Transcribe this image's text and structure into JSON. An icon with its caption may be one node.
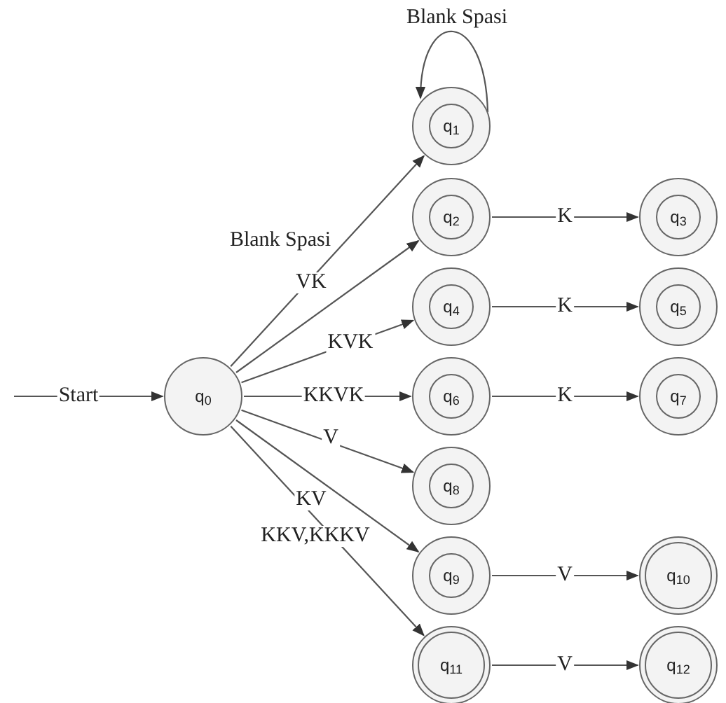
{
  "diagram": {
    "nodes": [
      {
        "text": [
          "q$_{0}$"
        ]
      },
      {
        "text": [
          "q$_{1}$"
        ]
      },
      {
        "text": [
          "q$_{2}$"
        ]
      },
      {
        "text": [
          "q$_{3}$"
        ]
      },
      {
        "text": [
          "q$_{4}$"
        ]
      },
      {
        "text": [
          "q$_{5}$"
        ]
      },
      {
        "text": [
          "q$_{6}$"
        ]
      },
      {
        "text": [
          "q$_{7}$"
        ]
      },
      {
        "text": [
          "q$_{8}$"
        ]
      },
      {
        "text": [
          "q$_{9}$"
        ]
      },
      {
        "text": [
          "q$_{10}$"
        ]
      },
      {
        "text": [
          "q$_{11}$"
        ]
      },
      {
        "text": [
          "q$_{12}$"
        ]
      }
    ],
    "edges": [
      {
        "from": null,
        "to": 0,
        "arrow": "to",
        "label": "Start"
      },
      {
        "from": 0,
        "to": 1,
        "arrow": "to",
        "label": "Blank Spasi"
      },
      {
        "from": 0,
        "to": 2,
        "arrow": "to",
        "label": "VK"
      },
      {
        "from": 0,
        "to": 4,
        "arrow": "to",
        "label": "KVK"
      },
      {
        "from": 0,
        "to": 6,
        "arrow": "to",
        "label": "KKVK"
      },
      {
        "from": 0,
        "to": 8,
        "arrow": "to",
        "label": "V"
      },
      {
        "from": 0,
        "to": 9,
        "arrow": "to",
        "label": "KV"
      },
      {
        "from": 0,
        "to": 11,
        "arrow": "to",
        "label": "KKV,KKKV"
      },
      {
        "from": 1,
        "to": 1,
        "arrow": "to",
        "label": "Blank Spasi"
      },
      {
        "from": 2,
        "to": 3,
        "arrow": "to",
        "label": "K"
      },
      {
        "from": 4,
        "to": 5,
        "arrow": "to",
        "label": "K"
      },
      {
        "from": 6,
        "to": 7,
        "arrow": "to",
        "label": "K"
      },
      {
        "from": 9,
        "to": 10,
        "arrow": "to",
        "label": "V"
      },
      {
        "from": 11,
        "to": 12,
        "arrow": "to",
        "label": "V"
      }
    ]
  }
}
